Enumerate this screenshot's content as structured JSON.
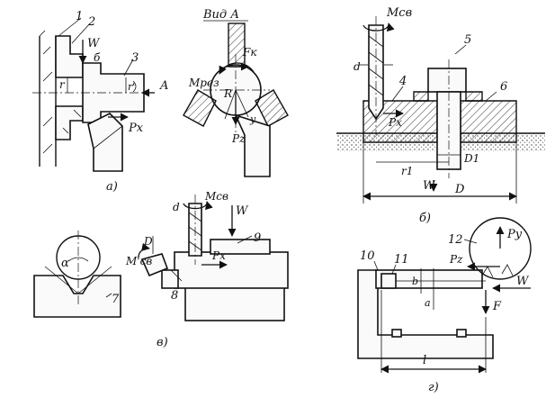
{
  "panel_a": {
    "caption": "а)",
    "view_label": "Вид А",
    "part_numbers": [
      "1",
      "2",
      "3"
    ],
    "labels": {
      "W": "W",
      "b": "б",
      "r": "r",
      "r_prime": "r'",
      "A": "A",
      "Px": "Px"
    }
  },
  "view_a": {
    "labels": {
      "Fk": "Fк",
      "Mrez": "Mрез",
      "R": "R",
      "Pz": "Pz",
      "y": "y"
    }
  },
  "panel_b": {
    "caption": "б)",
    "part_numbers": [
      "4",
      "5",
      "6"
    ],
    "labels": {
      "Msv": "Mсв",
      "d": "d",
      "Px": "Px",
      "r1": "r1",
      "D1": "D1",
      "W": "W",
      "D": "D"
    }
  },
  "panel_v": {
    "caption": "в)",
    "part_numbers": [
      "7",
      "8",
      "9"
    ],
    "labels": {
      "alpha": "α",
      "Msv": "Mсв",
      "Msv_prime": "M'св",
      "d": "d",
      "D": "D",
      "W": "W",
      "Px": "Px"
    }
  },
  "panel_g": {
    "caption": "г)",
    "part_numbers": [
      "10",
      "11",
      "12"
    ],
    "labels": {
      "Py": "Py",
      "Pz": "Pz",
      "W": "W",
      "F": "F",
      "b": "b",
      "a": "a",
      "l": "l"
    }
  }
}
